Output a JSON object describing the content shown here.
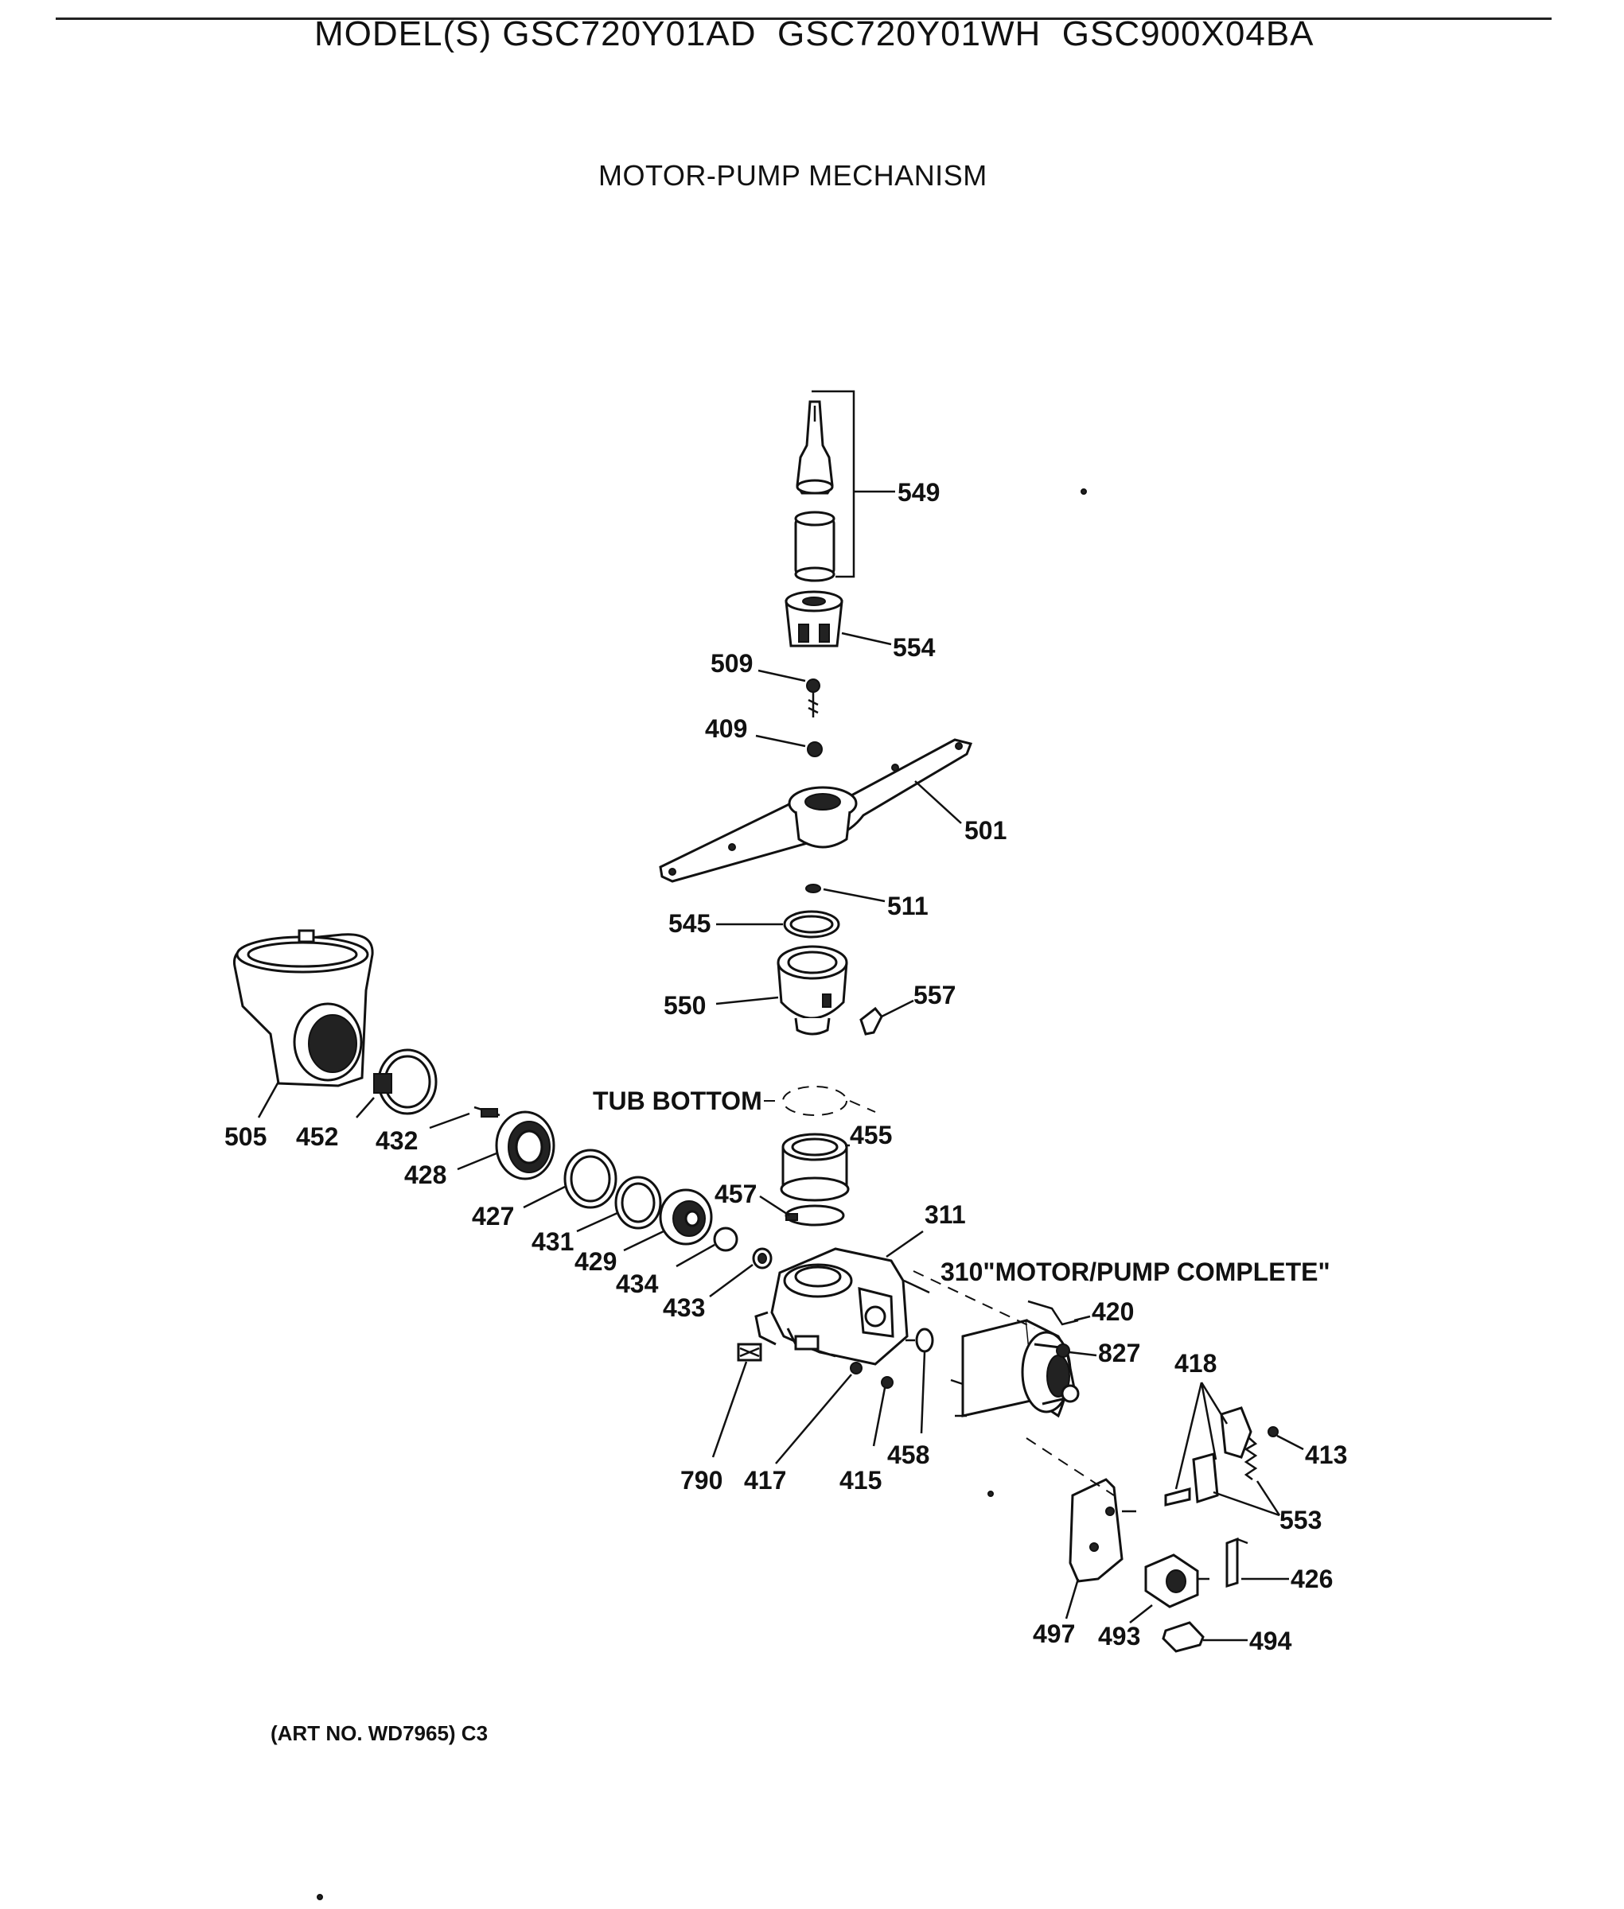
{
  "header": {
    "model_line": "MODEL(S) GSC720Y01AD  GSC720Y01WH  GSC900X04BA",
    "subtitle": "MOTOR-PUMP MECHANISM"
  },
  "footer": {
    "art_no": "(ART NO. WD7965) C3"
  },
  "callouts": {
    "549": "549",
    "554": "554",
    "509": "509",
    "409": "409",
    "501": "501",
    "511": "511",
    "545": "545",
    "550": "550",
    "557": "557",
    "tub_bottom": "TUB BOTTOM",
    "455": "455",
    "457": "457",
    "311": "311",
    "310": "310\"MOTOR/PUMP COMPLETE\"",
    "505": "505",
    "452": "452",
    "432": "432",
    "428": "428",
    "427": "427",
    "431": "431",
    "429": "429",
    "434": "434",
    "433": "433",
    "420": "420",
    "827": "827",
    "418": "418",
    "413": "413",
    "553": "553",
    "426": "426",
    "494": "494",
    "493": "493",
    "497": "497",
    "790": "790",
    "417": "417",
    "415": "415",
    "458": "458"
  }
}
